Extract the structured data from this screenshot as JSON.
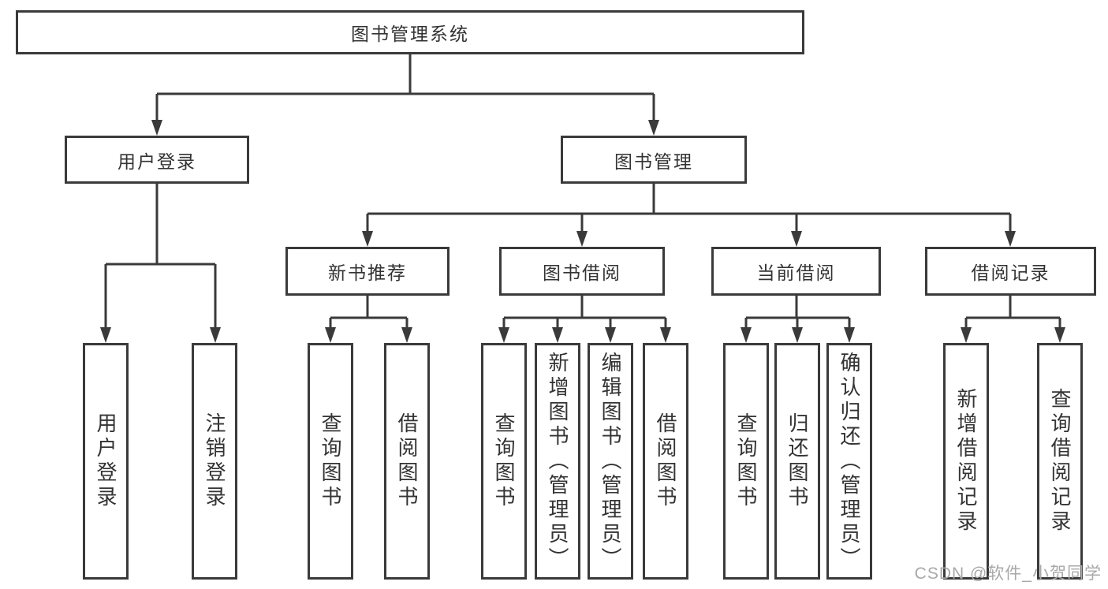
{
  "diagram": {
    "root": "图书管理系统",
    "level2": {
      "user_login": "用户登录",
      "book_management": "图书管理"
    },
    "level3": {
      "new_book_recommend": "新书推荐",
      "book_borrow": "图书借阅",
      "current_borrow": "当前借阅",
      "borrow_records": "借阅记录"
    },
    "leaves": {
      "user_login": [
        "用户登录",
        "注销登录"
      ],
      "new_book_recommend": [
        "查询图书",
        "借阅图书"
      ],
      "book_borrow": [
        "查询图书",
        "新增图书（管理员）",
        "编辑图书（管理员）",
        "借阅图书"
      ],
      "current_borrow": [
        "查询图书",
        "归还图书",
        "确认归还（管理员）"
      ],
      "borrow_records": [
        "新增借阅记录",
        "查询借阅记录"
      ]
    },
    "colors": {
      "line": "#3a3a3a",
      "text": "#333333",
      "background": "#ffffff"
    }
  },
  "watermark": {
    "text": "CSDN @软件_小贺同学",
    "color": "#a8a8a8"
  }
}
